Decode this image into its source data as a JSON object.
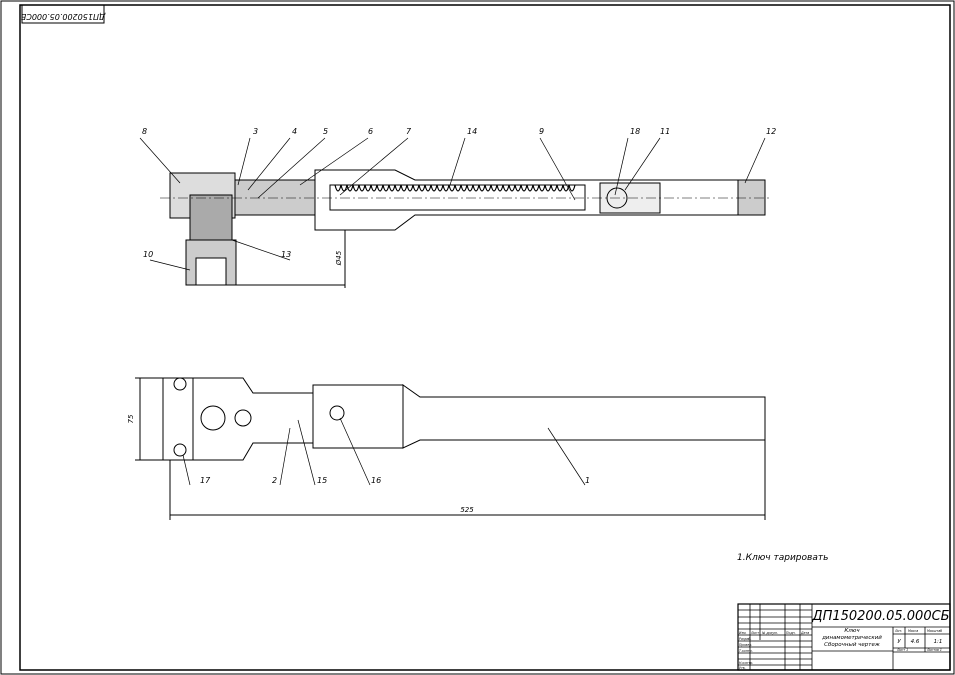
{
  "stamp_code": "ДП150200.05.000СБ",
  "note": "1.Ключ тарировать",
  "dimensions": {
    "diameter": "Ø45",
    "width": "75",
    "length": "525"
  },
  "callouts": [
    "8",
    "3",
    "4",
    "5",
    "6",
    "7",
    "14",
    "9",
    "18",
    "11",
    "12",
    "10",
    "13",
    "17",
    "2",
    "15",
    "16",
    "1"
  ],
  "title_block": {
    "designation": "ДП150200.05.000СБ",
    "name_line1": "Ключ",
    "name_line2": "динамометрический",
    "name_line3": "Сборочный чертеж",
    "lit_header": "Лит.",
    "mass_header": "Масса",
    "scale_header": "Масштаб",
    "lit": "У",
    "mass": "4.6",
    "scale": "1:1",
    "sheet": "Лист 1",
    "sheets": "Листов 1",
    "col_headers": [
      "Изм.",
      "Лист",
      "№ докум.",
      "Подп.",
      "Дата"
    ],
    "roles": [
      "Разраб.",
      "Провер.",
      "Т.контр.",
      "Н.контр.",
      "Утв."
    ]
  }
}
